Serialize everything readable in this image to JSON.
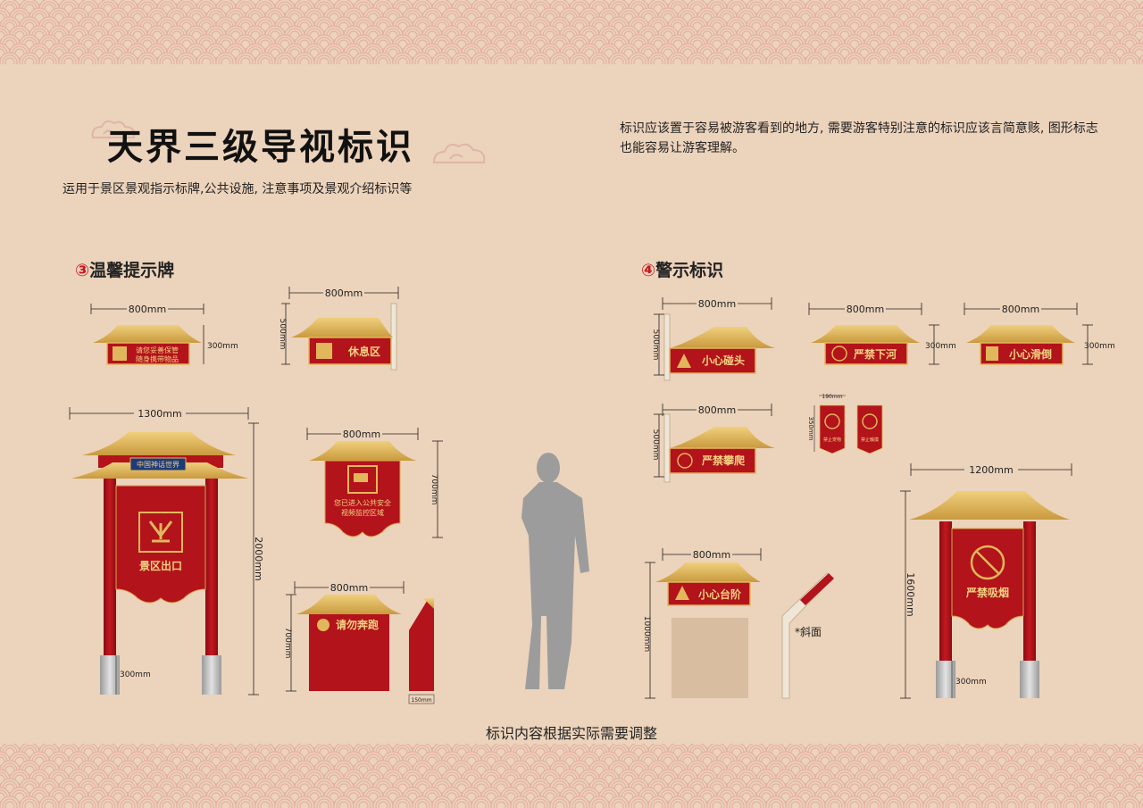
{
  "header": {
    "title": "天界三级导视标识",
    "subtitle": "运用于景区景观指示标牌,公共设施, 注意事项及景观介绍标识等",
    "description": "标识应该置于容易被游客看到的地方, 需要游客特别注意的标识应该言简意赅, 图形标志也能容易让游客理解。"
  },
  "sections": {
    "s3": {
      "num": "③",
      "label": "温馨提示牌"
    },
    "s4": {
      "num": "④",
      "label": "警示标识"
    }
  },
  "signs": {
    "belongings": {
      "line1": "请您妥善保管",
      "line2": "随身携带物品",
      "w": "800mm",
      "h": "300mm"
    },
    "rest": {
      "label": "休息区",
      "w": "800mm",
      "h": "500mm"
    },
    "gate": {
      "plaque": "中国神话世界",
      "label": "景区出口",
      "w": "1300mm",
      "h": "2000mm",
      "base": "300mm"
    },
    "camera": {
      "line1": "您已进入公共安全",
      "line2": "视频监控区域",
      "w": "800mm",
      "h": "700mm"
    },
    "norun": {
      "label": "请勿奔跑",
      "w": "800mm",
      "h": "700mm",
      "depth": "150mm"
    },
    "head": {
      "label": "小心碰头",
      "w": "800mm",
      "h": "500mm"
    },
    "river": {
      "label": "严禁下河",
      "w": "800mm",
      "h": "300mm"
    },
    "slip": {
      "label": "小心滑倒",
      "w": "800mm",
      "h": "300mm"
    },
    "climb": {
      "label": "严禁攀爬",
      "w": "800mm",
      "h": "500mm"
    },
    "small": {
      "w": "190mm",
      "h": "350mm",
      "a": "禁止宠物",
      "b": "禁止触摸"
    },
    "steps": {
      "label": "小心台阶",
      "w": "800mm",
      "h": "1000mm",
      "slope": "*斜面"
    },
    "nosmoke": {
      "label": "严禁吸烟",
      "w": "1200mm",
      "h": "1600mm",
      "base": "300mm"
    }
  },
  "footer": "标识内容根据实际需要调整",
  "colors": {
    "background": "#ecd3bb",
    "red": "#b3131a",
    "gold": "#e2b75c",
    "pattern": "#e4b0a4"
  }
}
